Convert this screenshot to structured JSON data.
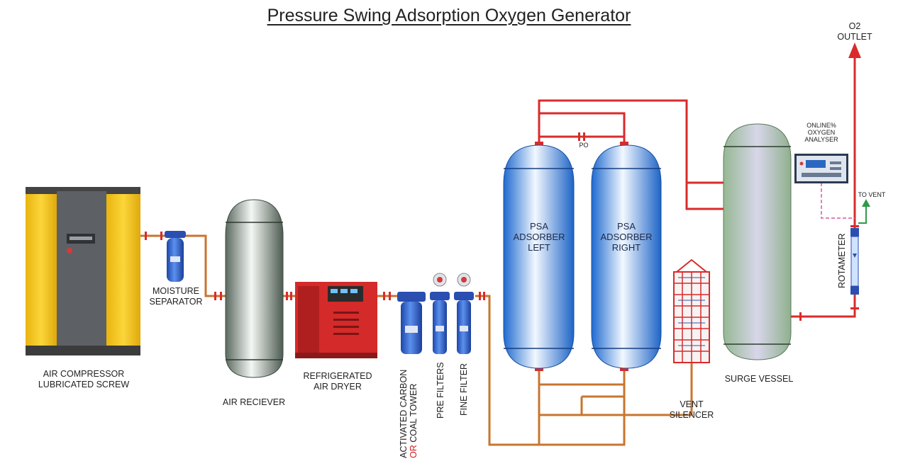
{
  "title": "Pressure Swing Adsorption Oxygen Generator",
  "labels": {
    "air_compressor_1": "AIR COMPRESSOR",
    "air_compressor_2": "LUBRICATED SCREW",
    "moisture_separator_1": "MOISTURE",
    "moisture_separator_2": "SEPARATOR",
    "air_receiver": "AIR RECIEVER",
    "refrigerated_dryer_1": "REFRIGERATED",
    "refrigerated_dryer_2": "AIR DRYER",
    "activated_carbon_1": "ACTIVATED CARBON",
    "activated_carbon_2a": "OR",
    "activated_carbon_2b": " COAL TOWER",
    "pre_filters": "PRE FILTERS",
    "fine_filter": "FINE FILTER",
    "psa_left_1": "PSA",
    "psa_left_2": "ADSORBER",
    "psa_left_3": "LEFT",
    "psa_right_1": "PSA",
    "psa_right_2": "ADSORBER",
    "psa_right_3": "RIGHT",
    "po": "PO",
    "vent_silencer_1": "VENT",
    "vent_silencer_2": "SILENCER",
    "surge_vessel": "SURGE VESSEL",
    "analyser_1": "ONLINE%",
    "analyser_2": "OXYGEN",
    "analyser_3": "ANALYSER",
    "to_vent": "TO VENT",
    "rotameter": "ROTAMETER",
    "o2_outlet_1": "O2",
    "o2_outlet_2": "OUTLET"
  },
  "colors": {
    "oxygen_line": "#d92b2b",
    "air_line": "#c8752e",
    "vent_arrow": "#2e9a4a",
    "compressor_yellow": "#f2c41a",
    "dryer_red": "#d42a2a",
    "filter_blue": "#2f63c8",
    "adsorber_blue": "#4d9be8"
  }
}
